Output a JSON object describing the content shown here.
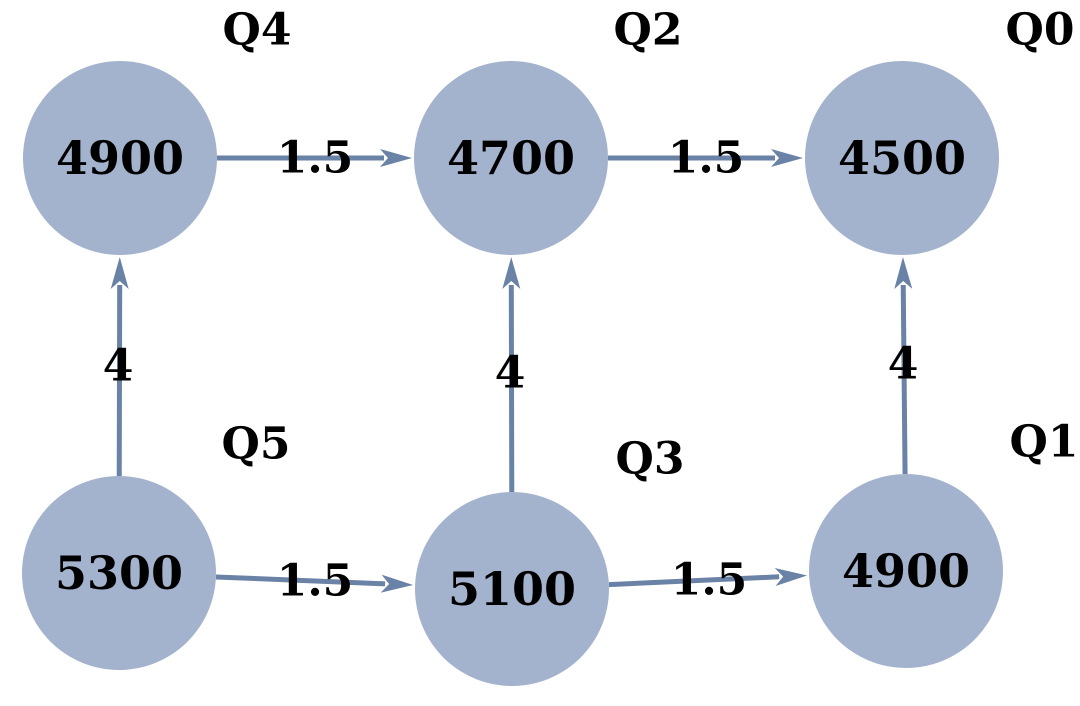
{
  "colors": {
    "node_fill": "#a4b3cd",
    "edge": "#6a82a6",
    "text": "#000000"
  },
  "nodes": [
    {
      "id": "Q0",
      "label": "Q0",
      "value": "4500"
    },
    {
      "id": "Q1",
      "label": "Q1",
      "value": "4900"
    },
    {
      "id": "Q2",
      "label": "Q2",
      "value": "4700"
    },
    {
      "id": "Q3",
      "label": "Q3",
      "value": "5100"
    },
    {
      "id": "Q4",
      "label": "Q4",
      "value": "4900"
    },
    {
      "id": "Q5",
      "label": "Q5",
      "value": "5300"
    }
  ],
  "edges": [
    {
      "from": "Q4",
      "to": "Q2",
      "weight": "1.5"
    },
    {
      "from": "Q2",
      "to": "Q0",
      "weight": "1.5"
    },
    {
      "from": "Q5",
      "to": "Q4",
      "weight": "4"
    },
    {
      "from": "Q3",
      "to": "Q2",
      "weight": "4"
    },
    {
      "from": "Q1",
      "to": "Q0",
      "weight": "4"
    },
    {
      "from": "Q5",
      "to": "Q3",
      "weight": "1.5"
    },
    {
      "from": "Q3",
      "to": "Q1",
      "weight": "1.5"
    }
  ]
}
